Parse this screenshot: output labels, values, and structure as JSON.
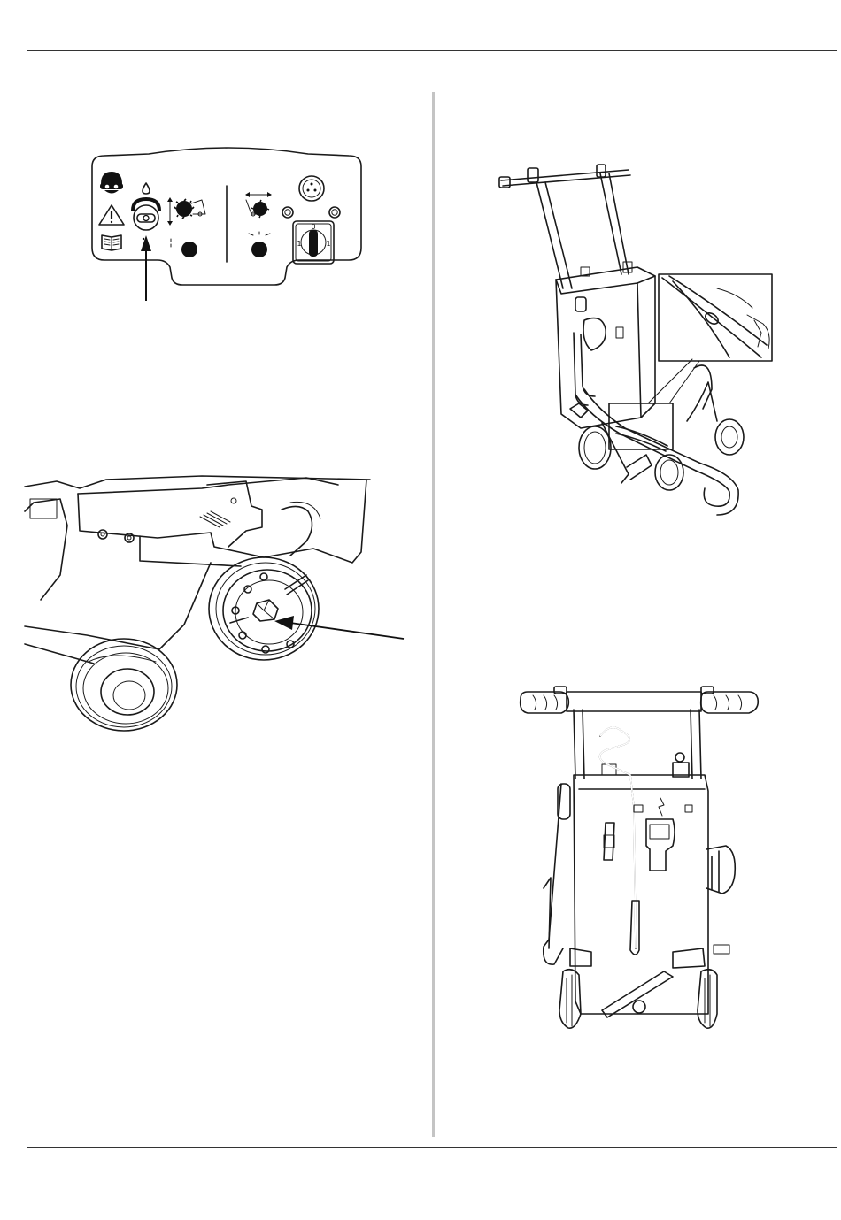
{
  "control_panel": {
    "switch_position_center": "0",
    "switch_position_left": "1",
    "switch_position_right": "1"
  },
  "icons": {
    "panel": [
      "helmet-goggles-icon",
      "warning-icon",
      "manual-book-icon",
      "water-drop-icon",
      "water-valve-icon",
      "blade-depth-icon",
      "blade-feed-icon",
      "power-socket-icon",
      "main-switch-icon"
    ],
    "figures": [
      "wheel-axle-figure",
      "machine-side-figure",
      "machine-rear-figure"
    ]
  },
  "colors": {
    "ink": "#1a1a1a",
    "divider": "#c4c4c4"
  }
}
